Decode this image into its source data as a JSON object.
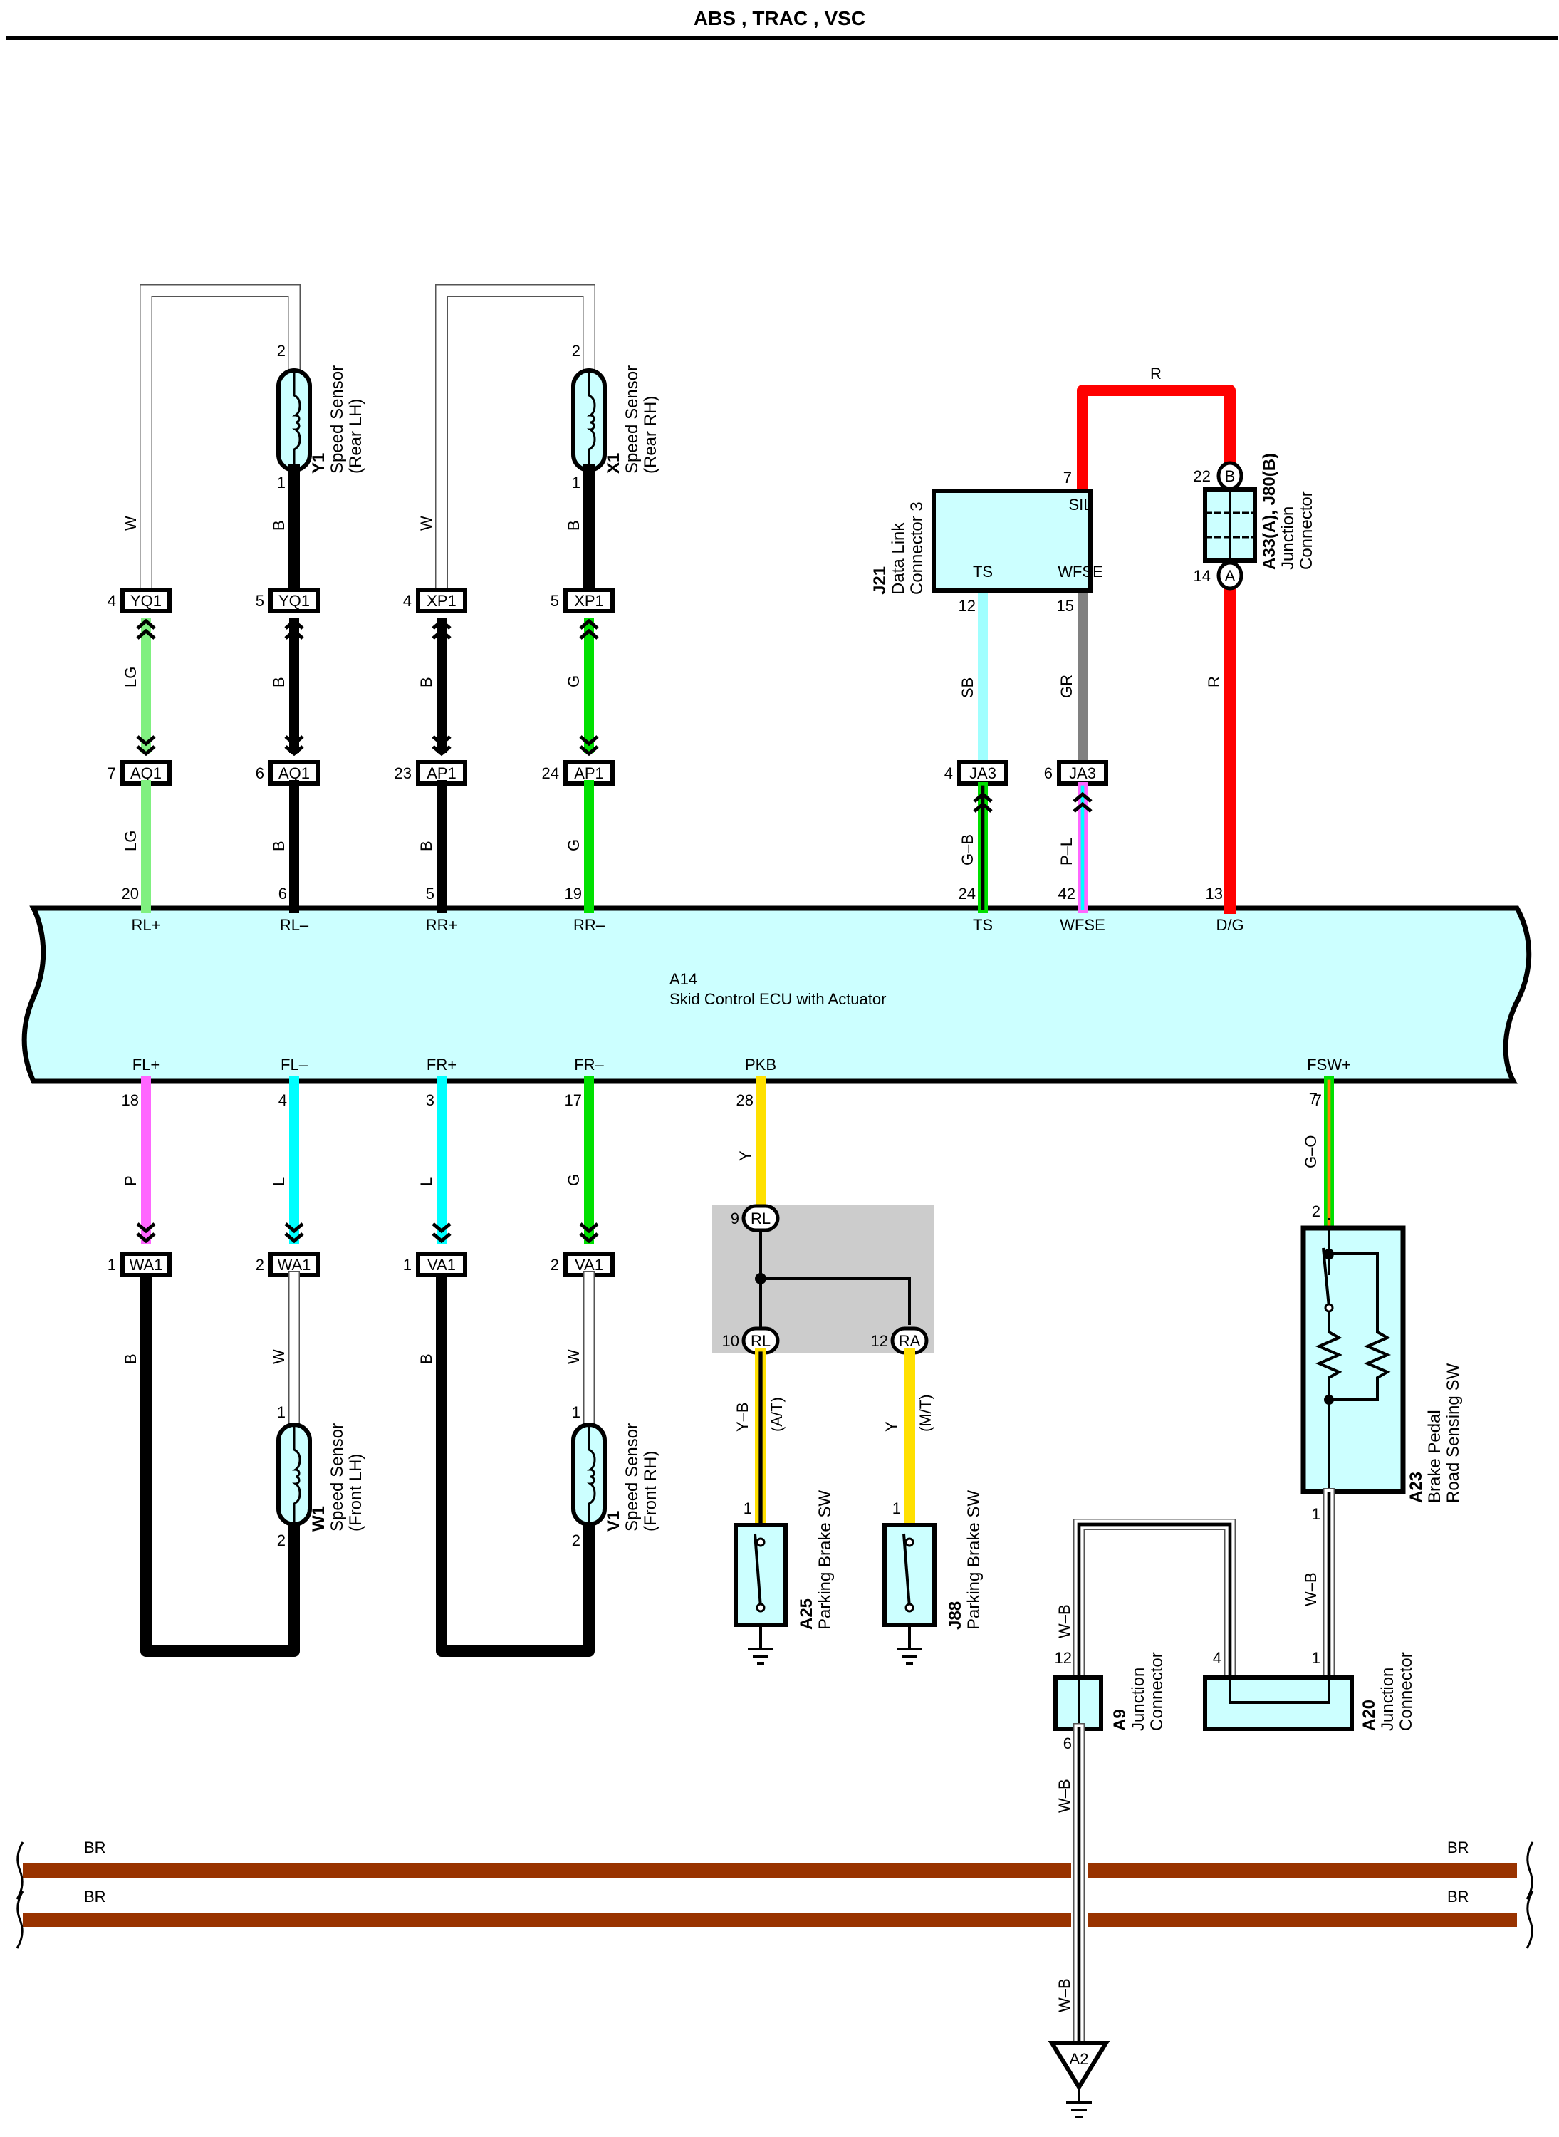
{
  "header": {
    "title": "ABS , TRAC , VSC"
  },
  "colors": {
    "W": "#ffffff",
    "B": "#000000",
    "LG": "#80f080",
    "G": "#00e000",
    "SB": "#a0ffff",
    "GR": "#808080",
    "R": "#ff0000",
    "P": "#ff66ff",
    "L": "#00ffff",
    "Y": "#ffe000",
    "BR": "#993300",
    "O": "#ff8000",
    "component_fill": "#ccffff",
    "junction_box_fill": "#cccccc"
  },
  "ecu": {
    "id": "A14",
    "name": "Skid Control ECU with Actuator",
    "top_terminals": [
      {
        "pin": "20",
        "label": "RL+"
      },
      {
        "pin": "6",
        "label": "RL–"
      },
      {
        "pin": "5",
        "label": "RR+"
      },
      {
        "pin": "19",
        "label": "RR–"
      },
      {
        "pin": "24",
        "label": "TS"
      },
      {
        "pin": "42",
        "label": "WFSE"
      },
      {
        "pin": "13",
        "label": "D/G"
      }
    ],
    "bottom_terminals": [
      {
        "pin": "18",
        "label": "FL+"
      },
      {
        "pin": "4",
        "label": "FL–"
      },
      {
        "pin": "3",
        "label": "FR+"
      },
      {
        "pin": "17",
        "label": "FR–"
      },
      {
        "pin": "28",
        "label": "PKB"
      },
      {
        "pin": "7",
        "label": "FSW+"
      }
    ]
  },
  "rear_sensors": [
    {
      "id": "Y1",
      "name": "Speed Sensor",
      "sub": "(Rear LH)",
      "pin_top": "2",
      "pin_bottom": "1",
      "wires": [
        {
          "upper_color": "W",
          "upper_conn": {
            "pin": "4",
            "code": "YQ1"
          },
          "mid_color": "LG",
          "lower_conn": {
            "pin": "7",
            "code": "AQ1"
          },
          "lower_color": "LG",
          "ecu_pin": "20"
        },
        {
          "upper_color": "B",
          "upper_conn": {
            "pin": "5",
            "code": "YQ1"
          },
          "mid_color": "B",
          "lower_conn": {
            "pin": "6",
            "code": "AQ1"
          },
          "lower_color": "B",
          "ecu_pin": "6"
        }
      ]
    },
    {
      "id": "X1",
      "name": "Speed Sensor",
      "sub": "(Rear RH)",
      "pin_top": "2",
      "pin_bottom": "1",
      "wires": [
        {
          "upper_color": "W",
          "upper_conn": {
            "pin": "4",
            "code": "XP1"
          },
          "mid_color": "B",
          "lower_conn": {
            "pin": "23",
            "code": "AP1"
          },
          "lower_color": "B",
          "ecu_pin": "5"
        },
        {
          "upper_color": "B",
          "upper_conn": {
            "pin": "5",
            "code": "XP1"
          },
          "mid_color": "G",
          "lower_conn": {
            "pin": "24",
            "code": "AP1"
          },
          "lower_color": "G",
          "ecu_pin": "19"
        }
      ]
    }
  ],
  "front_sensors": [
    {
      "id": "W1",
      "name": "Speed Sensor",
      "sub": "(Front LH)",
      "pin_top": "1",
      "pin_bottom": "2",
      "wires": [
        {
          "upper_color": "P",
          "conn": {
            "pin": "1",
            "code": "WA1"
          },
          "lower_color": "B"
        },
        {
          "upper_color": "L",
          "conn": {
            "pin": "2",
            "code": "WA1"
          },
          "lower_color": "W"
        }
      ]
    },
    {
      "id": "V1",
      "name": "Speed Sensor",
      "sub": "(Front RH)",
      "pin_top": "1",
      "pin_bottom": "2",
      "wires": [
        {
          "upper_color": "L",
          "conn": {
            "pin": "1",
            "code": "VA1"
          },
          "lower_color": "B"
        },
        {
          "upper_color": "G",
          "conn": {
            "pin": "2",
            "code": "VA1"
          },
          "lower_color": "W"
        }
      ]
    }
  ],
  "dlc": {
    "id": "J21",
    "name": "Data Link",
    "name2": "Connector 3",
    "terminals": {
      "sil": "SIL",
      "ts": "TS",
      "wfse": "WFSE"
    },
    "pins": {
      "sil": "7",
      "ts": "12",
      "wfse": "15"
    },
    "wire_ts_upper": "SB",
    "wire_wfse_upper": "GR",
    "ts_conn": {
      "pin": "4",
      "code": "JA3"
    },
    "wfse_conn": {
      "pin": "6",
      "code": "JA3"
    },
    "wire_ts_lower": "G–B",
    "wire_wfse_lower": "P–L",
    "wire_sil": "R"
  },
  "junction_a33": {
    "id": "A33(A), J80(B)",
    "name": "Junction",
    "name2": "Connector",
    "pin_b": "22",
    "pin_b_label": "B",
    "pin_a": "14",
    "pin_a_label": "A",
    "wire": "R"
  },
  "pkb_junction": {
    "wire_top": "Y",
    "in": {
      "pin": "9",
      "code": "RL"
    },
    "out1": {
      "pin": "10",
      "code": "RL"
    },
    "out2": {
      "pin": "12",
      "code": "RA"
    }
  },
  "parking_switches": [
    {
      "id": "A25",
      "name": "Parking Brake SW",
      "pin": "1",
      "wire": "Y–B",
      "note": "(A/T)"
    },
    {
      "id": "J88",
      "name": "Parking Brake SW",
      "pin": "1",
      "wire": "Y",
      "note": "(M/T)"
    }
  ],
  "brake_sw": {
    "id": "A23",
    "name": "Brake Pedal",
    "name2": "Road Sensing SW",
    "pin_in": "2",
    "pin_out": "1",
    "wire_in": "G–O",
    "wire_out": "W–B",
    "ecu_pin": "7"
  },
  "junction_a9": {
    "id": "A9",
    "name": "Junction",
    "name2": "Connector",
    "pin_top": "12",
    "pin_bottom": "6",
    "wire": "W–B"
  },
  "junction_a20": {
    "id": "A20",
    "name": "Junction",
    "name2": "Connector",
    "pin_left": "4",
    "pin_right": "1"
  },
  "ground": {
    "id": "A2",
    "wire_upper": "W–B",
    "wire_lower": "W–B"
  },
  "br_lines": [
    {
      "left": "BR",
      "right": "BR"
    },
    {
      "left": "BR",
      "right": "BR"
    }
  ]
}
